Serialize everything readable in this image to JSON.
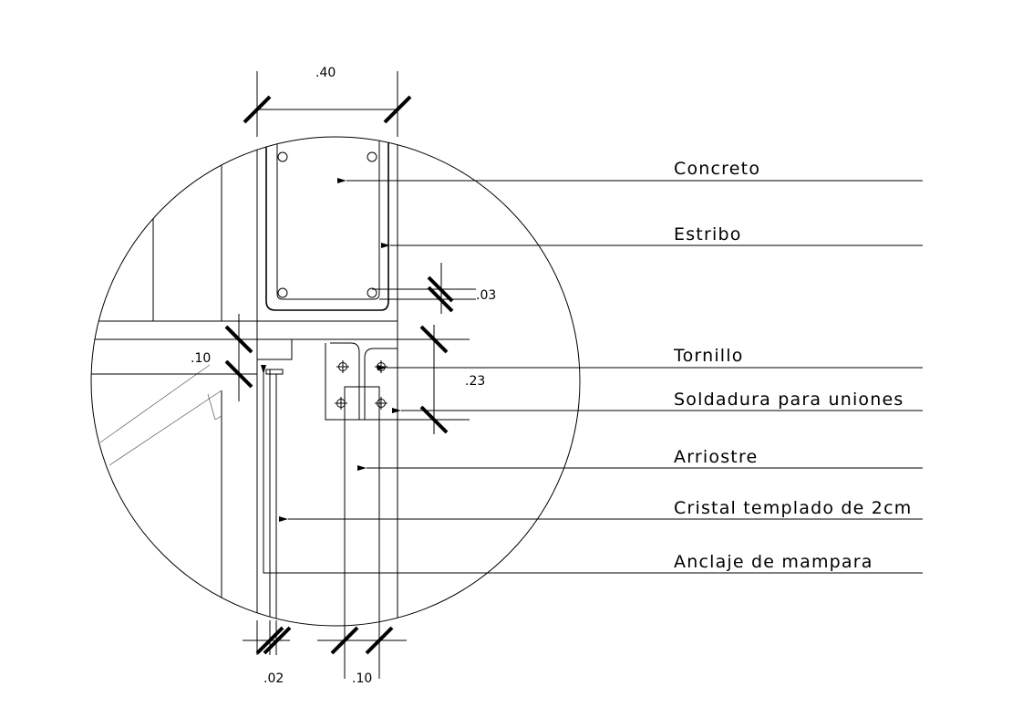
{
  "labels": {
    "concreto": "Concreto",
    "estribo": "Estribo",
    "tornillo": "Tornillo",
    "soldadura": "Soldadura para uniones",
    "arriostre": "Arriostre",
    "cristal": "Cristal templado de 2cm",
    "anclaje": "Anclaje de mampara"
  },
  "dimensions": {
    "top_width": ".40",
    "cover": ".03",
    "slab": ".10",
    "plate_height": ".23",
    "glass": ".02",
    "brace": ".10"
  }
}
